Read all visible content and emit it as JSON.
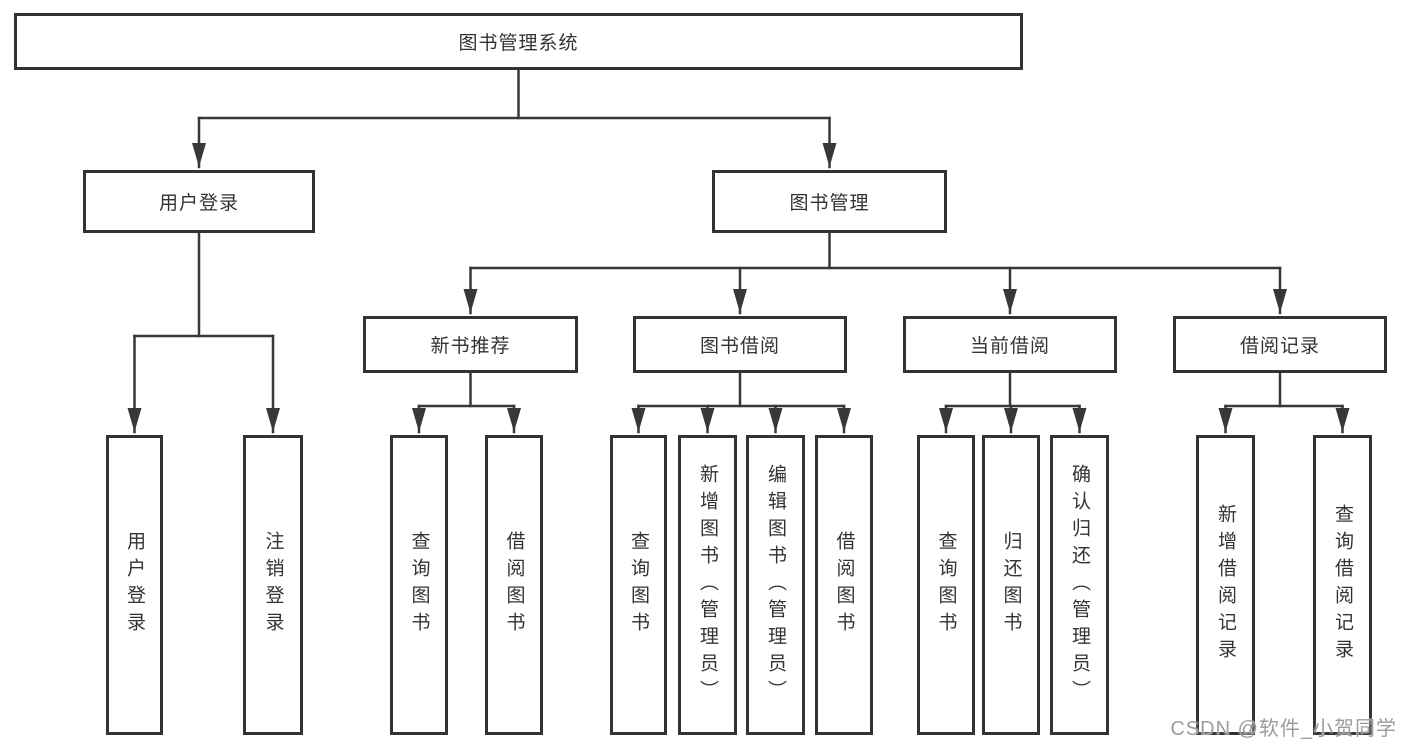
{
  "diagram": {
    "root": {
      "label": "图书管理系统"
    },
    "branches": [
      {
        "label": "用户登录",
        "children": [
          {
            "label": "用户登录"
          },
          {
            "label": "注销登录"
          }
        ]
      },
      {
        "label": "图书管理",
        "children": [
          {
            "label": "新书推荐",
            "children": [
              {
                "label": "查询图书"
              },
              {
                "label": "借阅图书"
              }
            ]
          },
          {
            "label": "图书借阅",
            "children": [
              {
                "label": "查询图书"
              },
              {
                "label": "新增图书（管理员）"
              },
              {
                "label": "编辑图书（管理员）"
              },
              {
                "label": "借阅图书"
              }
            ]
          },
          {
            "label": "当前借阅",
            "children": [
              {
                "label": "查询图书"
              },
              {
                "label": "归还图书"
              },
              {
                "label": "确认归还（管理员）"
              }
            ]
          },
          {
            "label": "借阅记录",
            "children": [
              {
                "label": "新增借阅记录"
              },
              {
                "label": "查询借阅记录"
              }
            ]
          }
        ]
      }
    ]
  },
  "watermark": "CSDN @软件_小贺同学",
  "colors": {
    "line": "#383838",
    "border": "#333333",
    "fill": "#ffffff",
    "text": "#333333",
    "watermark": "#9c9c9c"
  }
}
